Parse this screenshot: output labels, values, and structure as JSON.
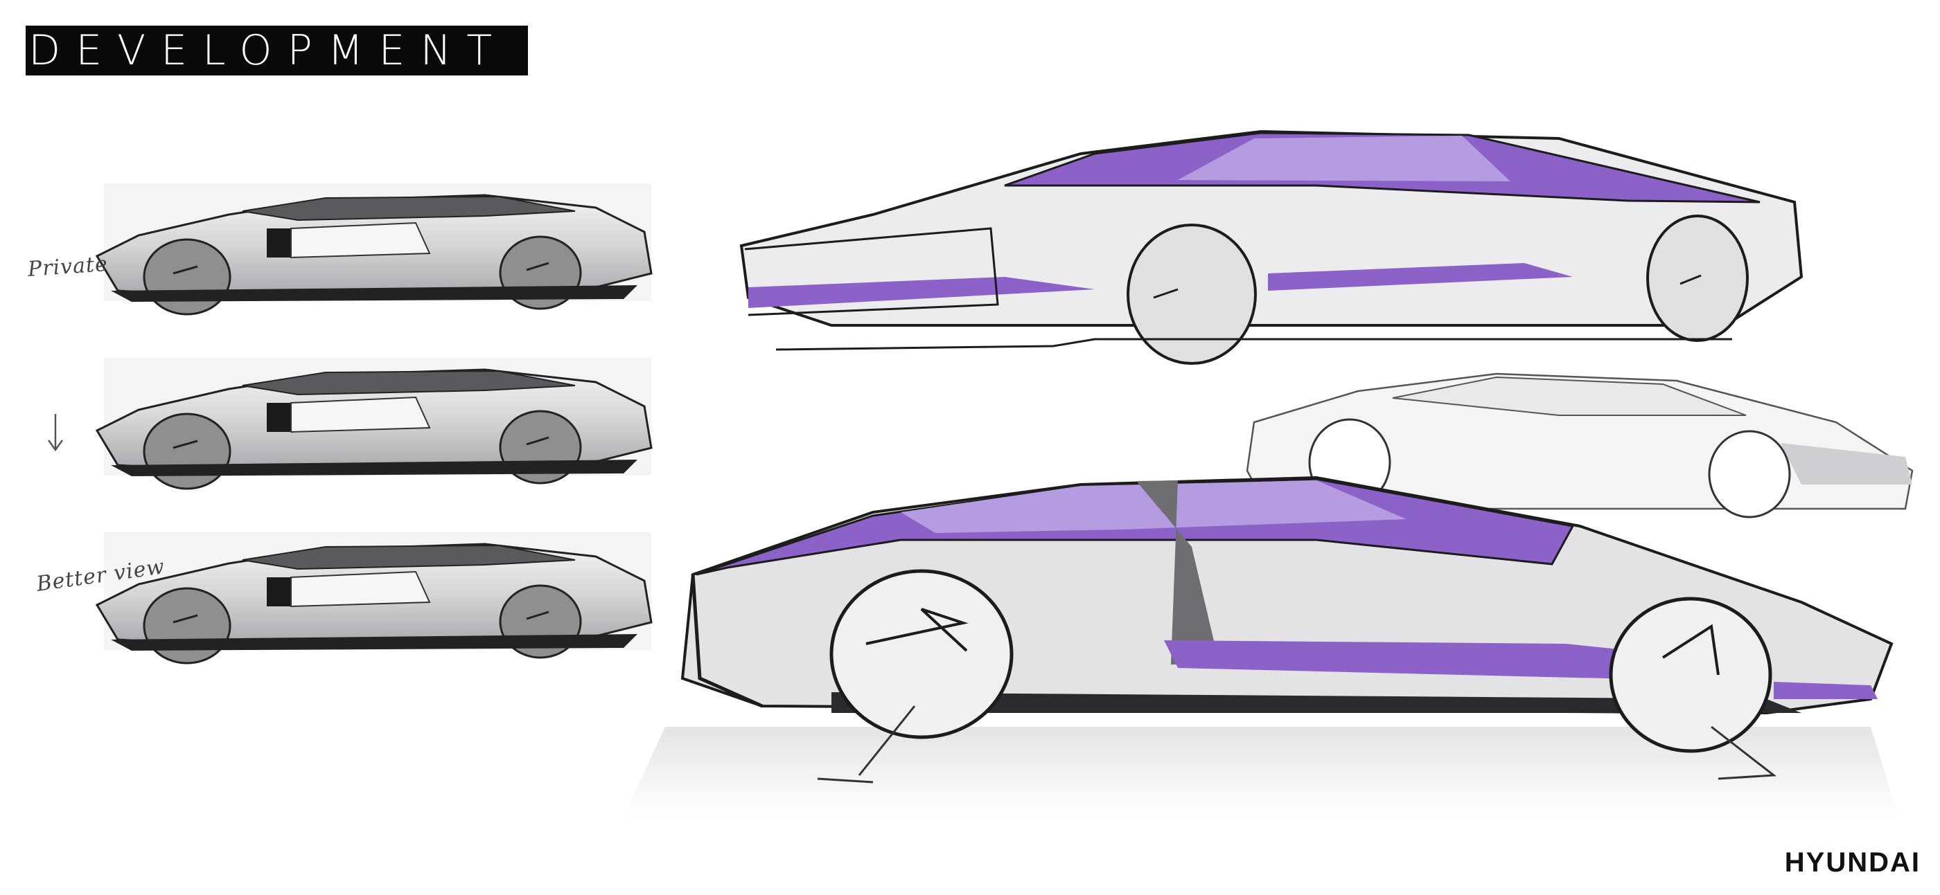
{
  "header": {
    "title": "DEVELOPMENT"
  },
  "annotations": {
    "private": "Private",
    "better_view": "Better view"
  },
  "brand": {
    "name": "HYUNDAI"
  },
  "colors": {
    "accent_purple": "#8c62c9",
    "accent_purple_light": "#b59be0",
    "body_grey": "#d8d8dc",
    "wheel_grey": "#8f8f92",
    "ink": "#1c1c1c"
  },
  "icons": {
    "arrow": "down-arrow-icon"
  }
}
